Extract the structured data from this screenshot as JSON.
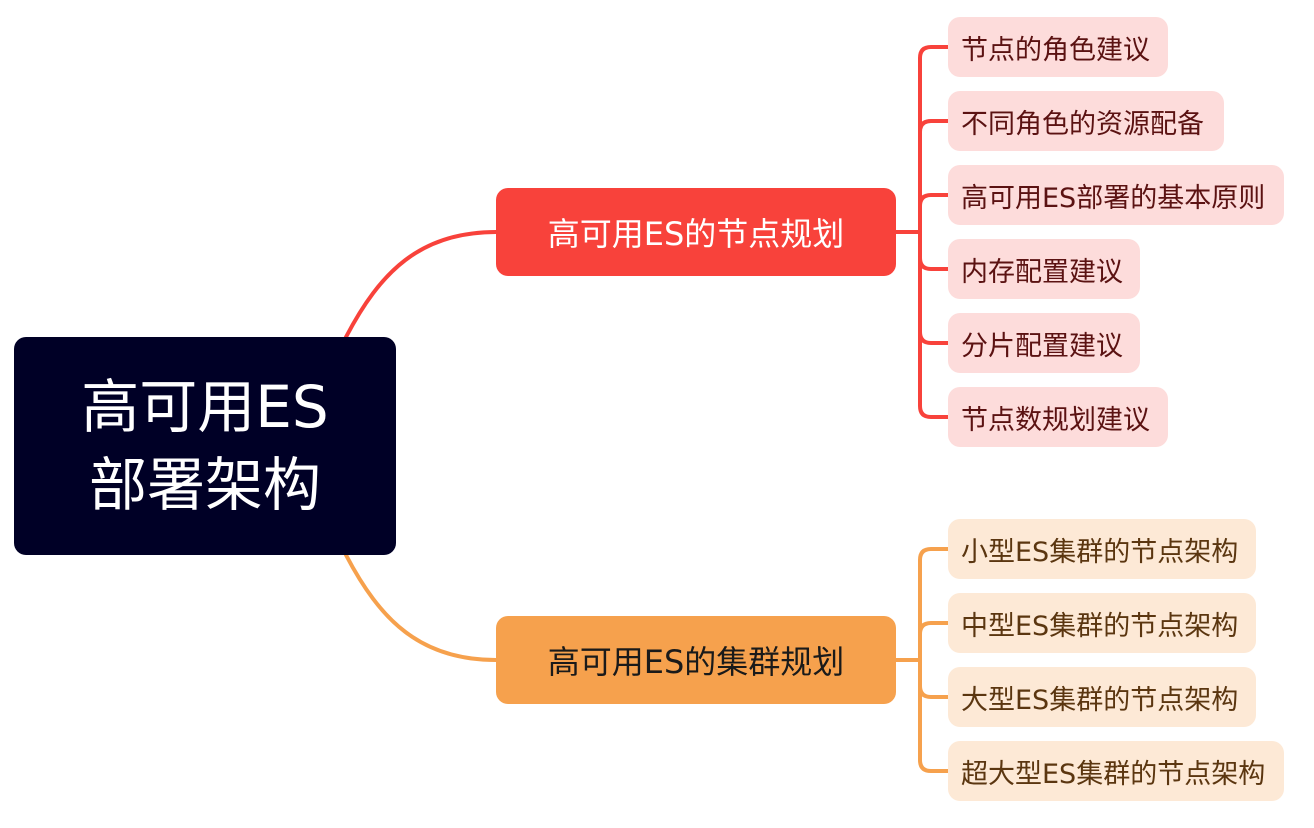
{
  "root": {
    "line1": "高可用ES",
    "line2": "部署架构",
    "color": "#000026"
  },
  "branches": [
    {
      "label": "高可用ES的节点规划",
      "color": "#f8423b",
      "text_color": "#ffffff",
      "leaf_bg": "#fddcdb",
      "leaf_text": "#5b1212",
      "children": [
        "节点的角色建议",
        "不同角色的资源配备",
        "高可用ES部署的基本原则",
        "内存配置建议",
        "分片配置建议",
        "节点数规划建议"
      ]
    },
    {
      "label": "高可用ES的集群规划",
      "color": "#f6a14d",
      "text_color": "#1a1a1a",
      "leaf_bg": "#fde9d6",
      "leaf_text": "#5b3610",
      "children": [
        "小型ES集群的节点架构",
        "中型ES集群的节点架构",
        "大型ES集群的节点架构",
        "超大型ES集群的节点架构"
      ]
    }
  ]
}
